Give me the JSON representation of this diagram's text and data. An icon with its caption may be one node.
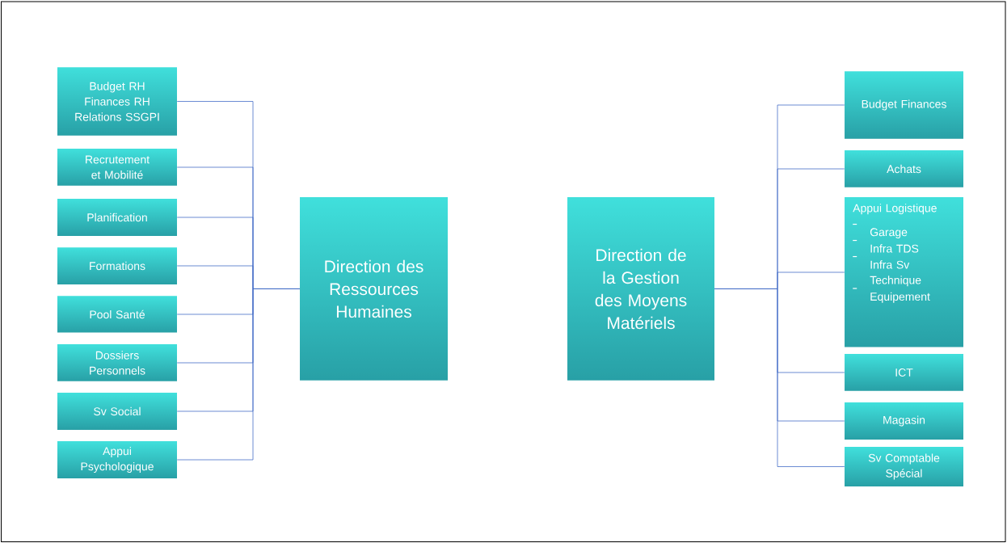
{
  "diagram": {
    "nodes": [
      {
        "text": [
          "Direction des Ressources Humaines"
        ]
      },
      {
        "text": [
          "Budget RH Finances RH Relations SSGPI"
        ]
      },
      {
        "text": [
          "Recrutement et Mobilité"
        ]
      },
      {
        "text": [
          "Planification"
        ]
      },
      {
        "text": [
          "Formations"
        ]
      },
      {
        "text": [
          "Pool Santé"
        ]
      },
      {
        "text": [
          "Dossiers Personnels"
        ]
      },
      {
        "text": [
          "Sv Social"
        ]
      },
      {
        "text": [
          "Appui Psychologique"
        ]
      },
      {
        "text": [
          "Direction de la Gestion des Moyens Matériels"
        ]
      },
      {
        "text": [
          "Budget Finances"
        ]
      },
      {
        "text": [
          "Achats"
        ]
      },
      {
        "text": [
          "Appui Logistique",
          "Garage",
          "Infra TDS",
          "Infra Sv Technique",
          "Equipement"
        ]
      },
      {
        "text": [
          "ICT"
        ]
      },
      {
        "text": [
          "Magasin"
        ]
      },
      {
        "text": [
          "Sv Comptable Spécial"
        ]
      }
    ],
    "edges": [
      {
        "from": 0,
        "to": 1,
        "arrow": "none"
      },
      {
        "from": 0,
        "to": 2,
        "arrow": "none"
      },
      {
        "from": 0,
        "to": 3,
        "arrow": "none"
      },
      {
        "from": 0,
        "to": 4,
        "arrow": "none"
      },
      {
        "from": 0,
        "to": 5,
        "arrow": "none"
      },
      {
        "from": 0,
        "to": 6,
        "arrow": "none"
      },
      {
        "from": 0,
        "to": 7,
        "arrow": "none"
      },
      {
        "from": 0,
        "to": 8,
        "arrow": "none"
      },
      {
        "from": 9,
        "to": 10,
        "arrow": "none"
      },
      {
        "from": 9,
        "to": 11,
        "arrow": "none"
      },
      {
        "from": 9,
        "to": 12,
        "arrow": "none"
      },
      {
        "from": 9,
        "to": 13,
        "arrow": "none"
      },
      {
        "from": 9,
        "to": 14,
        "arrow": "none"
      },
      {
        "from": 9,
        "to": 15,
        "arrow": "none"
      }
    ]
  }
}
